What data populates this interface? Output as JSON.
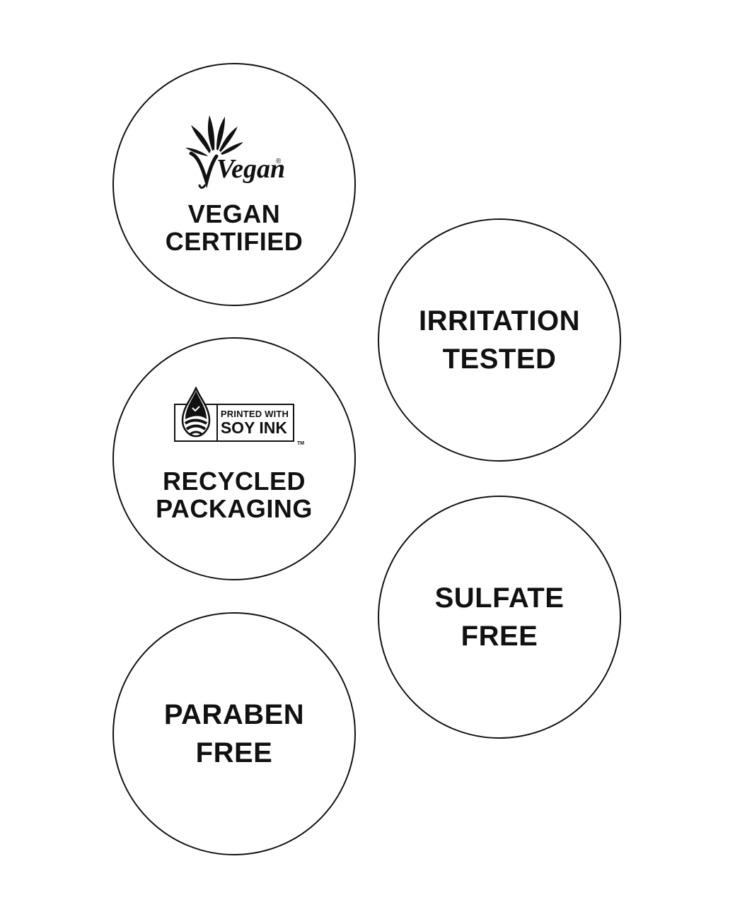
{
  "badges": {
    "vegan": {
      "logo_text": "Vegan",
      "logo_mark": "®",
      "line1": "VEGAN",
      "line2": "CERTIFIED"
    },
    "irritation": {
      "line1": "IRRITATION",
      "line2": "TESTED"
    },
    "recycled": {
      "logo_line1": "PRINTED WITH",
      "logo_line2": "SOY INK",
      "logo_tm": "TM",
      "line1": "RECYCLED",
      "line2": "PACKAGING"
    },
    "sulfate": {
      "line1": "SULFATE",
      "line2": "FREE"
    },
    "paraben": {
      "line1": "PARABEN",
      "line2": "FREE"
    }
  },
  "colors": {
    "ink": "#111111",
    "background": "#ffffff"
  }
}
